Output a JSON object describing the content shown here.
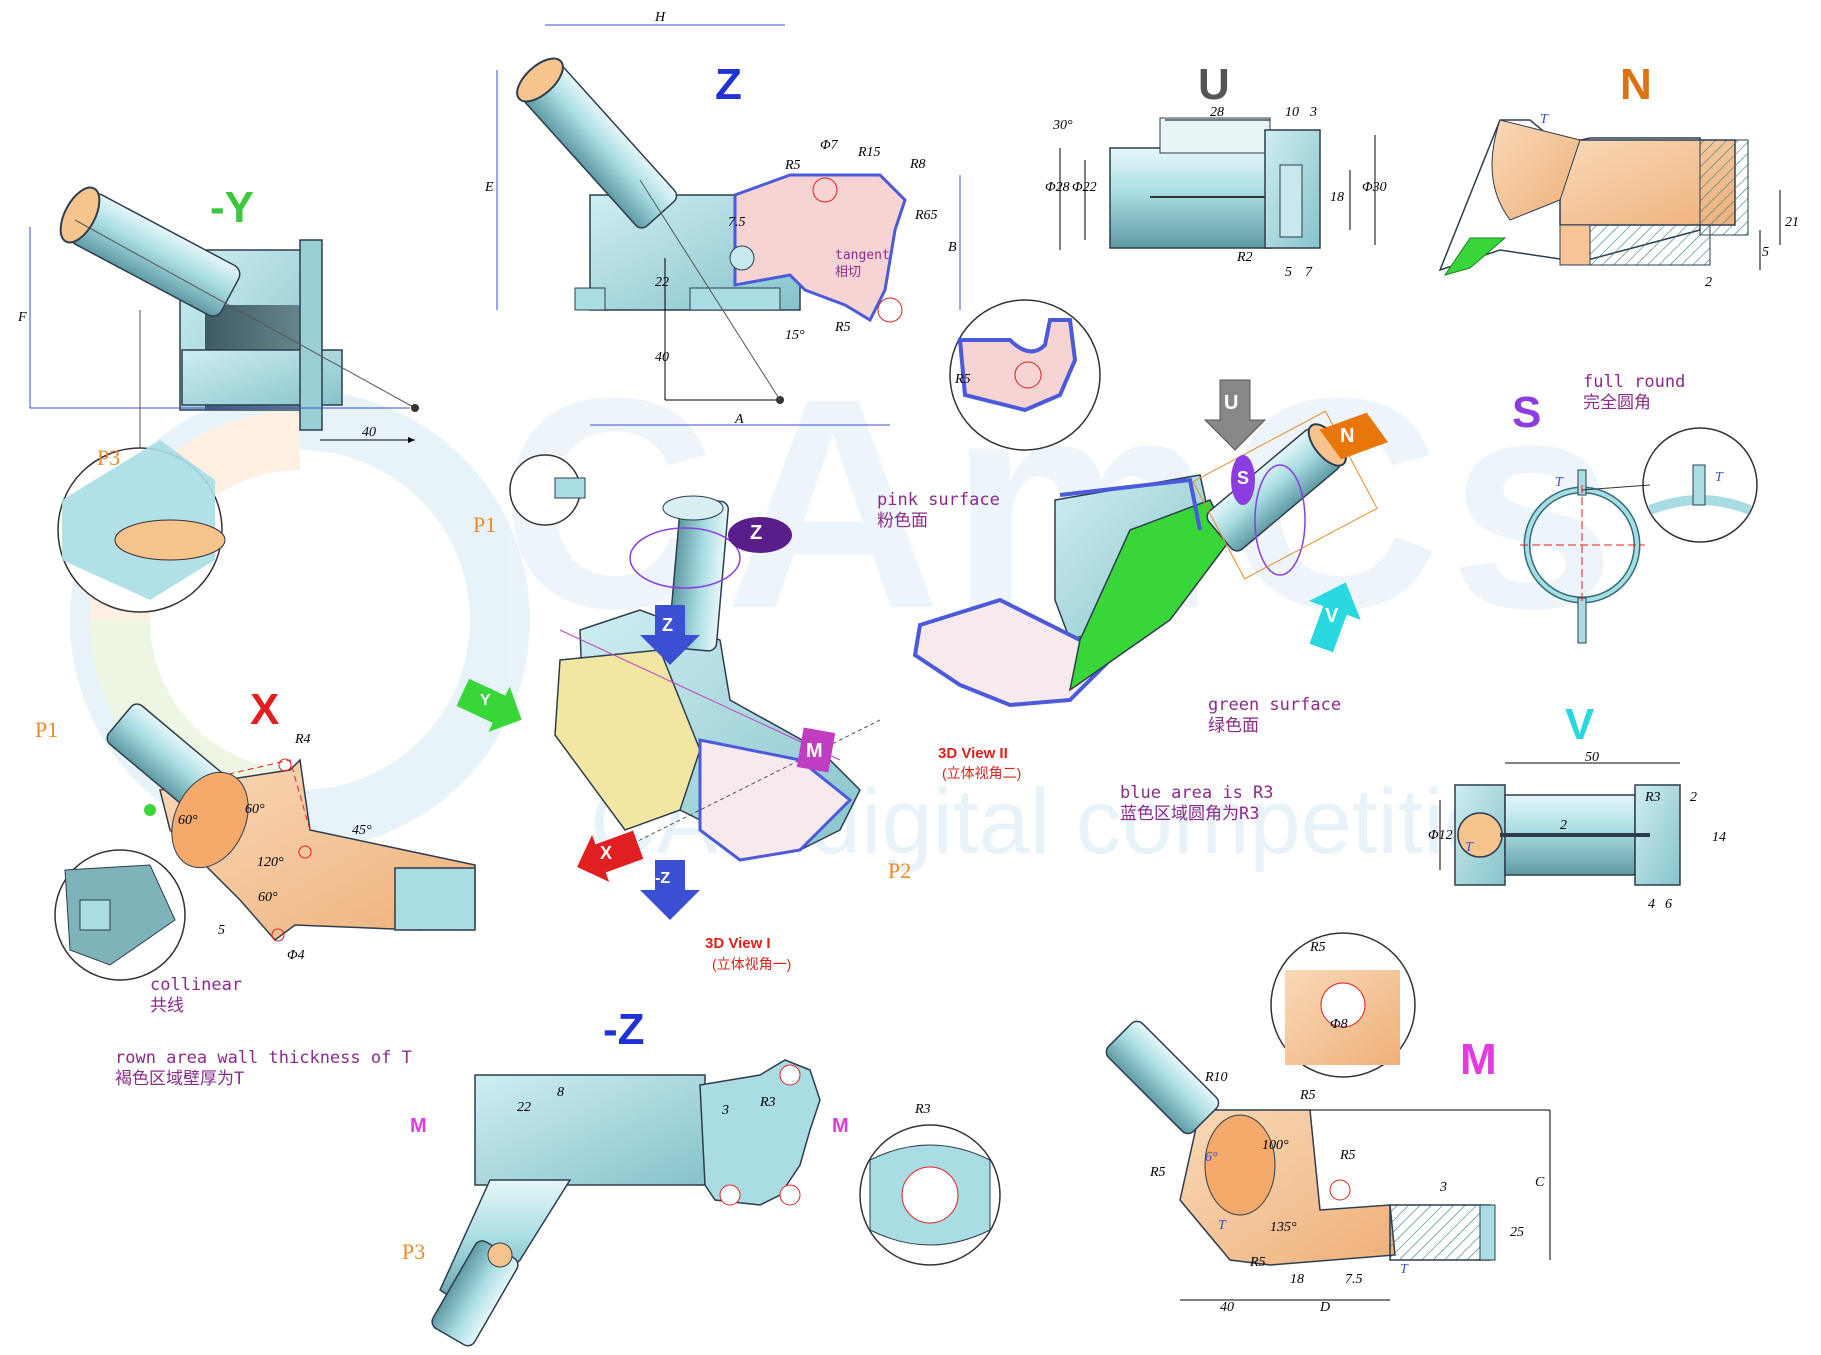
{
  "watermark": {
    "brand": "CAmCs",
    "tagline": "CAD digital competition"
  },
  "colors": {
    "part": "#a9dde3",
    "pink": "#f7d4d4",
    "green": "#39d63a",
    "orange": "#f7c497",
    "outline": "#2d3d4f",
    "dim_blue": "#3a4fd1",
    "label": "#8a2b8a"
  },
  "views": {
    "neg_y": "-Y",
    "z": "Z",
    "u": "U",
    "n": "N",
    "s": "S",
    "x": "X",
    "v": "V",
    "neg_z": "-Z",
    "m": "M",
    "view1_title": "3D View I",
    "view1_sub": "(立体视角一)",
    "view2_title": "3D View II",
    "view2_sub": "(立体视角二)"
  },
  "labels": {
    "tangent_en": "tangent",
    "tangent_cn": "相切",
    "pink_en": "pink surface",
    "pink_cn": "粉色面",
    "green_en": "green surface",
    "green_cn": "绿色面",
    "blue_en": "blue area is R3",
    "blue_cn": "蓝色区域圆角为R3",
    "full_round_en": "full round",
    "full_round_cn": "完全圆角",
    "collinear_en": "collinear",
    "collinear_cn": "共线",
    "brown_en": "rown area wall thickness of T",
    "brown_cn": "褐色区域壁厚为T"
  },
  "points": {
    "p1": "P1",
    "p2": "P2",
    "p3": "P3"
  },
  "arrows": {
    "u": "U",
    "n": "N",
    "s": "S",
    "v": "V",
    "z": "Z",
    "x": "X",
    "m": "M",
    "y": "Y",
    "neg_z": "-Z"
  },
  "dims": {
    "H": "H",
    "E": "E",
    "B": "B",
    "A": "A",
    "F": "F",
    "C": "C",
    "D": "D",
    "d40": "40",
    "d22": "22",
    "d7_5": "7.5",
    "d15deg": "15°",
    "dphi7": "Φ7",
    "R15": "R15",
    "R8": "R8",
    "R65": "R65",
    "R5": "R5",
    "d28": "28",
    "d10": "10",
    "d3": "3",
    "d30deg": "30°",
    "phi28": "Φ28",
    "phi22": "Φ22",
    "d18": "18",
    "phi30": "Φ30",
    "R2": "R2",
    "d5": "5",
    "d7": "7",
    "T": "T",
    "d21": "21",
    "d2": "2",
    "R4": "R4",
    "d60deg": "60°",
    "d45deg": "45°",
    "d120deg": "120°",
    "phi4": "Φ4",
    "d50": "50",
    "R3": "R3",
    "phi12": "Φ12",
    "d14": "14",
    "d4": "4",
    "d6": "6",
    "d8": "8",
    "R10": "R10",
    "d100deg": "100°",
    "d6deg": "6°",
    "d135deg": "135°",
    "phi8": "Φ8",
    "d25": "25"
  }
}
